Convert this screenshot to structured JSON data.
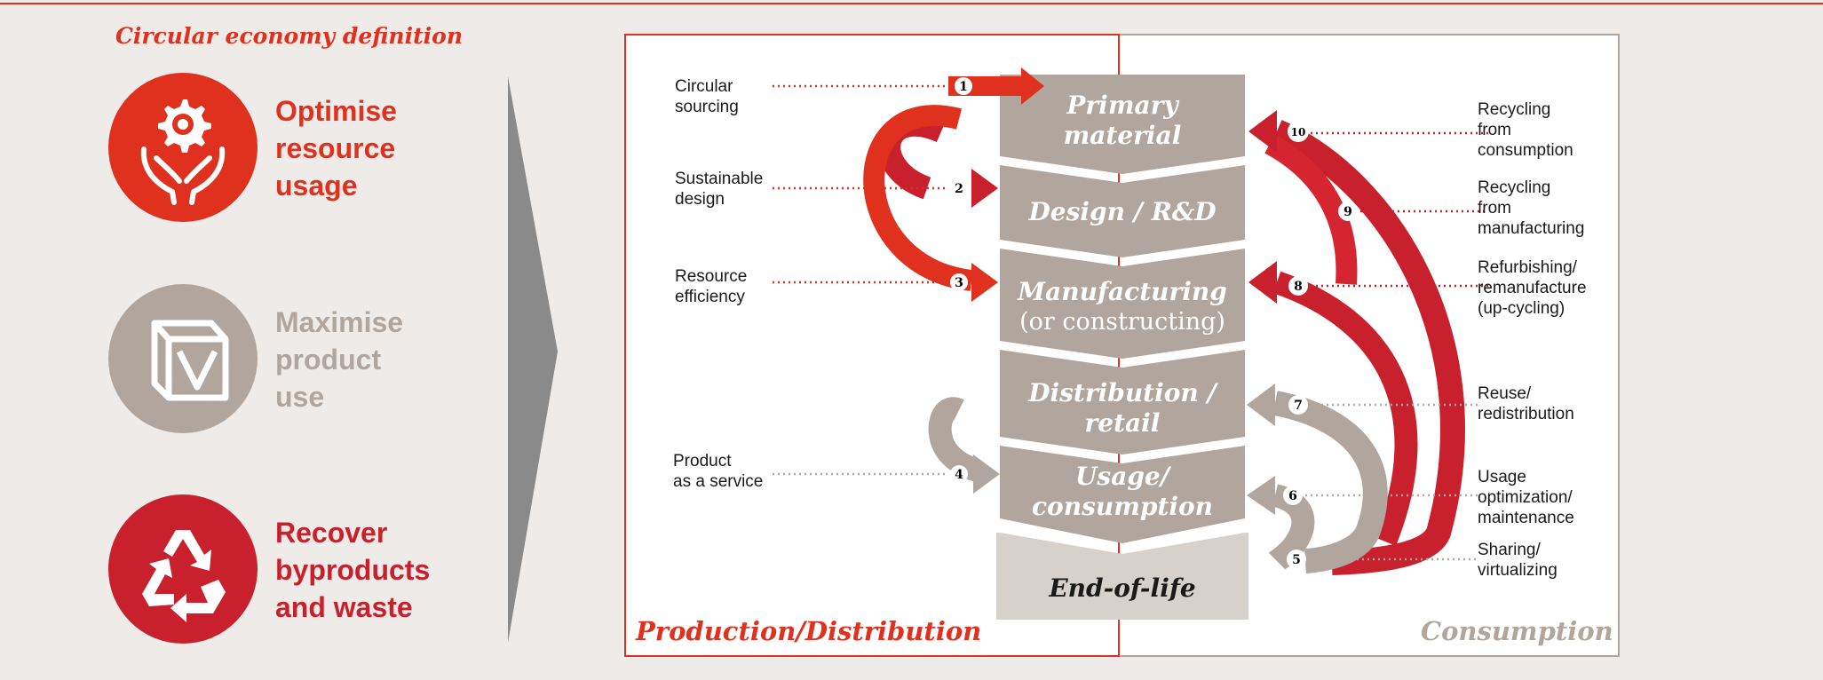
{
  "definition_title": "Circular economy definition",
  "pillars": [
    {
      "label": "Optimise\nresource\nusage",
      "color": "#e0301e",
      "icon": "hands-gear-icon"
    },
    {
      "label": "Maximise\nproduct\nuse",
      "color": "#b0a69d",
      "icon": "box-icon"
    },
    {
      "label": "Recover\nbyproducts\nand waste",
      "color": "#c8202c",
      "icon": "recycle-icon"
    }
  ],
  "stages": [
    {
      "line1": "Primary",
      "line2": "material",
      "style": "italic"
    },
    {
      "line1": "Design / R&D",
      "line2": "",
      "style": "italic"
    },
    {
      "line1": "Manufacturing",
      "line2": "(or constructing)",
      "style": "mixed"
    },
    {
      "line1": "Distribution /",
      "line2": "retail",
      "style": "italic"
    },
    {
      "line1": "Usage/",
      "line2": "consumption",
      "style": "italic"
    }
  ],
  "end_of_life": "End-of-life",
  "panels": {
    "production": "Production/Distribution",
    "consumption": "Consumption"
  },
  "left_labels": [
    {
      "num": "1",
      "text": "Circular\nsourcing"
    },
    {
      "num": "2",
      "text": "Sustainable\ndesign"
    },
    {
      "num": "3",
      "text": "Resource\nefficiency"
    },
    {
      "num": "4",
      "text": "Product\nas a service"
    }
  ],
  "right_labels": [
    {
      "num": "10",
      "text": "Recycling\nfrom\nconsumption"
    },
    {
      "num": "9",
      "text": "Recycling\nfrom\nmanufacturing"
    },
    {
      "num": "8",
      "text": "Refurbishing/\nremanufacture\n(up-cycling)"
    },
    {
      "num": "7",
      "text": "Reuse/\nredistribution"
    },
    {
      "num": "6",
      "text": "Usage\noptimization/\nmaintenance"
    },
    {
      "num": "5",
      "text": "Sharing/\nvirtualizing"
    }
  ],
  "colors": {
    "red": "#e0301e",
    "dark_red": "#c8202c",
    "taupe": "#b0a69d",
    "light_taupe": "#d6d1cb",
    "background": "#efebe8"
  }
}
